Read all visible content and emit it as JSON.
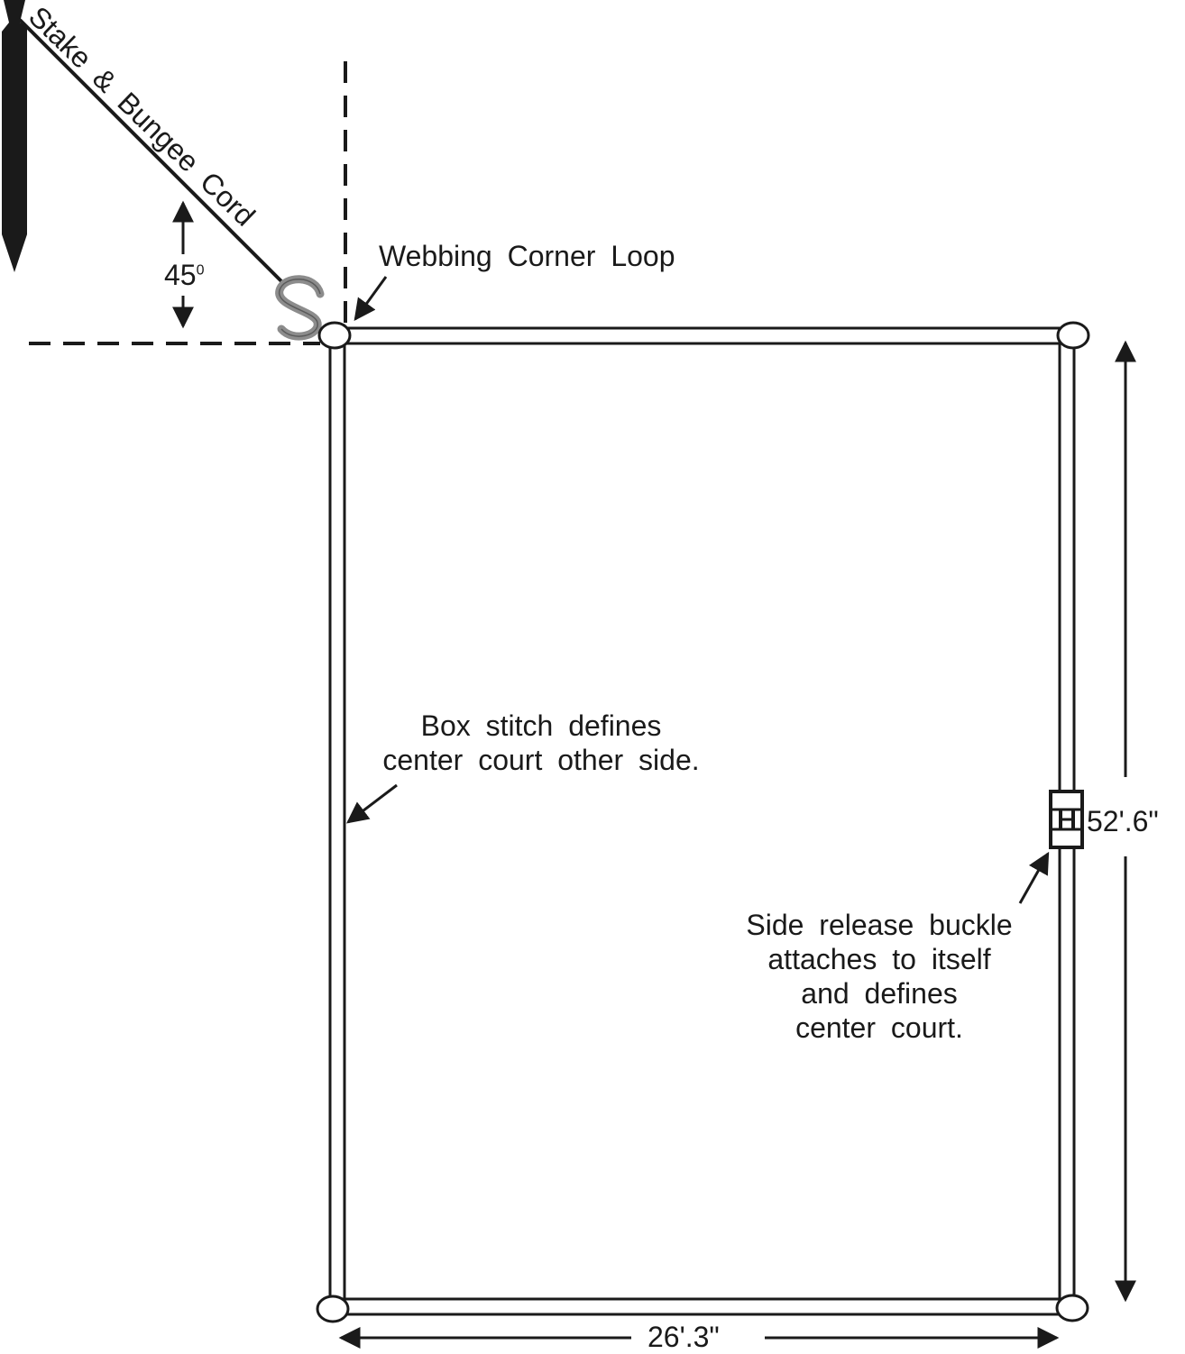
{
  "labels": {
    "stake_cord": "Stake & Bungee Cord",
    "angle_value": "45",
    "angle_sup": "0",
    "corner_loop": "Webbing Corner Loop",
    "box_stitch_line1": "Box stitch defines",
    "box_stitch_line2": "center court other side.",
    "buckle_line1": "Side release buckle",
    "buckle_line2": "attaches to itself",
    "buckle_line3": "and defines",
    "buckle_line4": "center court.",
    "length_dim": "52'.6\"",
    "width_dim": "26'.3\""
  },
  "colors": {
    "line": "#1a1a1a",
    "hook": "#8c8c8c",
    "background": "#ffffff"
  }
}
